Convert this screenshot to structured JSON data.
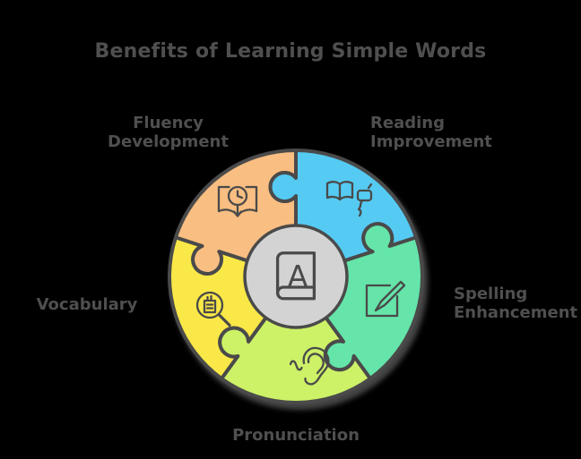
{
  "title": "Benefits of Learning Simple Words",
  "diagram": {
    "colors": {
      "background": "#000000",
      "outline": "#4A4A4A",
      "center_fill": "#D3D3D3",
      "text": "#4F4F4F"
    },
    "center": {
      "icon": "dictionary-book-icon",
      "letter": "A"
    },
    "segments": [
      {
        "id": "fluency",
        "position": "top-left",
        "color": "#F9BE81",
        "icon": "open-book-clock-icon",
        "label_lines": [
          "Fluency",
          "Development"
        ]
      },
      {
        "id": "reading",
        "position": "top-right",
        "color": "#55CBF3",
        "icon": "open-book-speech-icon",
        "label_lines": [
          "Reading",
          "Improvement"
        ]
      },
      {
        "id": "spelling",
        "position": "right",
        "color": "#65E5A9",
        "icon": "pencil-square-icon",
        "label_lines": [
          "Spelling",
          "Enhancement"
        ]
      },
      {
        "id": "pronunciation",
        "position": "bottom",
        "color": "#CDF167",
        "icon": "ear-sound-icon",
        "label_lines": [
          "Pronunciation"
        ]
      },
      {
        "id": "vocabulary",
        "position": "left",
        "color": "#F9E847",
        "icon": "magnifier-document-icon",
        "label_lines": [
          "Vocabulary"
        ]
      }
    ]
  }
}
